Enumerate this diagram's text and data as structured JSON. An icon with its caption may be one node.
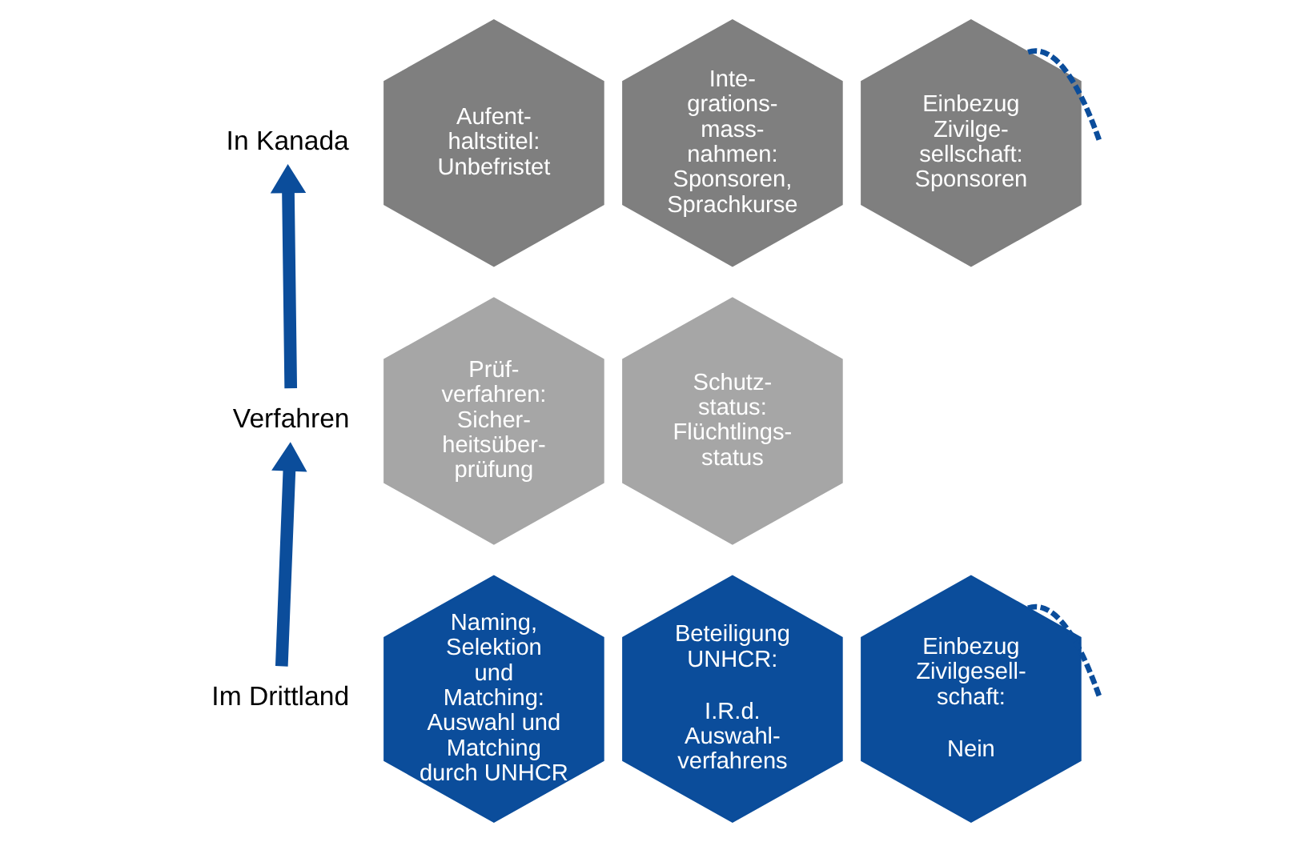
{
  "diagram": {
    "nodes": [
      {
        "text": [
          "In Kanada"
        ]
      },
      {
        "text": [
          "Aufent- haltstitel: Unbefristet"
        ]
      },
      {
        "text": [
          "Inte- grations- mass- nahmen: Sponsoren, Sprachkurse"
        ]
      },
      {
        "text": [
          "Einbezug Zivilge- sellschaft: Sponsoren"
        ]
      },
      {
        "text": [
          "Verfahren"
        ]
      },
      {
        "text": [
          "Prüf- verfahren: Sicher- heitsüber- prüfung"
        ]
      },
      {
        "text": [
          "Schutz- status: Flüchtlings- status"
        ]
      },
      {
        "text": [
          "Im Drittland"
        ]
      },
      {
        "text": [
          "Naming, Selektion und Matching: Auswahl und Matching durch UNHCR"
        ]
      },
      {
        "text": [
          "Beteiligung UNHCR:",
          "I.R.d. Auswahl- verfahrens"
        ]
      },
      {
        "text": [
          "Einbezug Zivilgesell- schaft:",
          "Nein"
        ]
      }
    ],
    "edges": [
      {
        "from": 7,
        "to": 4,
        "arrow": "to",
        "style": "thick"
      },
      {
        "from": 4,
        "to": 0,
        "arrow": "to",
        "style": "thick"
      },
      {
        "from": 3,
        "to": null,
        "arrow": "none",
        "style": "dashed"
      },
      {
        "from": 10,
        "to": null,
        "arrow": "none",
        "style": "dashed"
      }
    ]
  }
}
